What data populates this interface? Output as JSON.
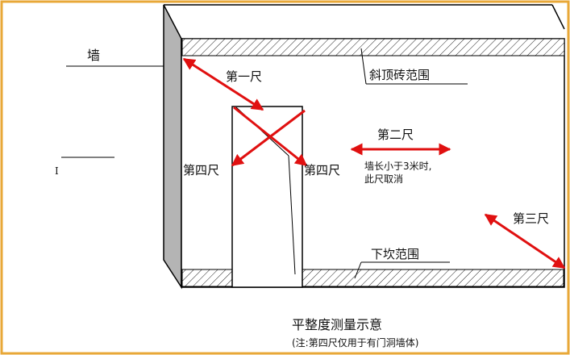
{
  "labels": {
    "wall": "墙",
    "mark": "I",
    "sloped_brick_zone": "斜顶砖范围",
    "ruler_1": "第一尺",
    "ruler_2": "第二尺",
    "ruler_3": "第三尺",
    "ruler_4_left": "第四尺",
    "ruler_4_right": "第四尺",
    "note_line1": "墙长小于3米时,",
    "note_line2": "此尺取消",
    "bottom_zone": "下坎范围"
  },
  "caption": {
    "title": "平整度测量示意",
    "note": "(注:第四尺仅用于有门洞墙体)"
  },
  "colors": {
    "frame": "#e8a838",
    "arrow": "#e01010",
    "wall_side": "#b4b4b4",
    "line": "#000000"
  }
}
